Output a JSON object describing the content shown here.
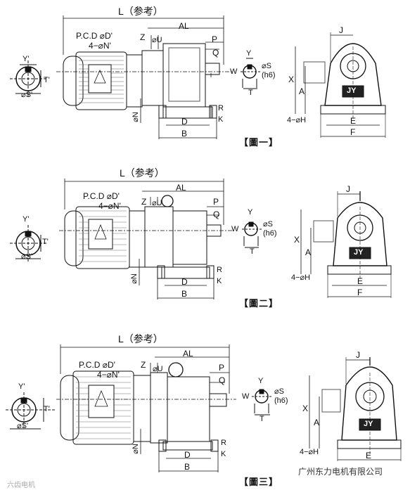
{
  "labels": {
    "L": "L（参考）",
    "AL": "AL",
    "PCD": "P.C.D ⌀D'",
    "N4": "4−⌀N'",
    "Z": "Z",
    "U": "⌀U",
    "P": "P",
    "Q": "Q",
    "Y": "Y",
    "Yp": "Y'",
    "Tp": "T'",
    "Sp": "⌀S'",
    "W": "W",
    "S": "⌀S",
    "h6": "(h6)",
    "T": "T",
    "J": "J",
    "X": "X",
    "A": "A",
    "H4": "4−⌀H",
    "E": "E",
    "F": "F",
    "N": "⌀N",
    "D": "D",
    "B": "B",
    "R": "R",
    "K": "K",
    "brand": "JY"
  },
  "figures": [
    {
      "caption": "【圖一】"
    },
    {
      "caption": "【圖二】"
    },
    {
      "caption": "【圖三】"
    }
  ],
  "watermark": {
    "left": "六齿电机",
    "right": "广州东力电机有限公司"
  }
}
